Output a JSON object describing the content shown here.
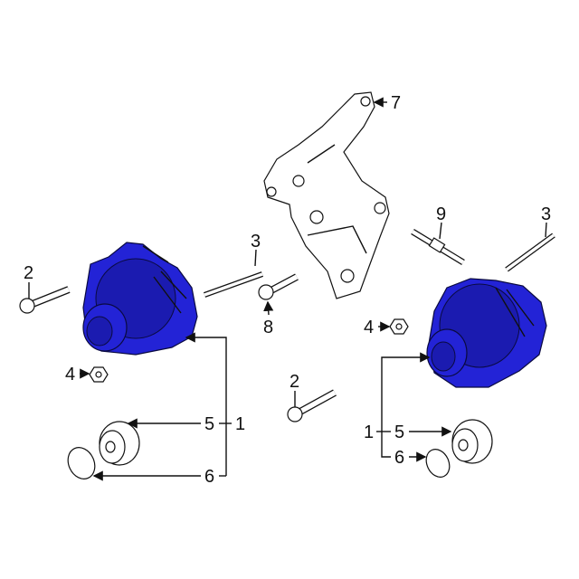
{
  "diagram": {
    "accent_color": "#2323d6",
    "callouts": {
      "bracket": "7",
      "stud_bolt": "9",
      "stud_right": "3",
      "stud_middle": "3",
      "bolt_left": "2",
      "bolt_center": "8",
      "nut_left": "4",
      "nut_right": "4",
      "bolt_middle": "2",
      "left_pulley": "5",
      "left_alternator": "1",
      "left_ring": "6",
      "right_alternator": "1",
      "right_pulley": "5",
      "right_ring": "6"
    }
  }
}
